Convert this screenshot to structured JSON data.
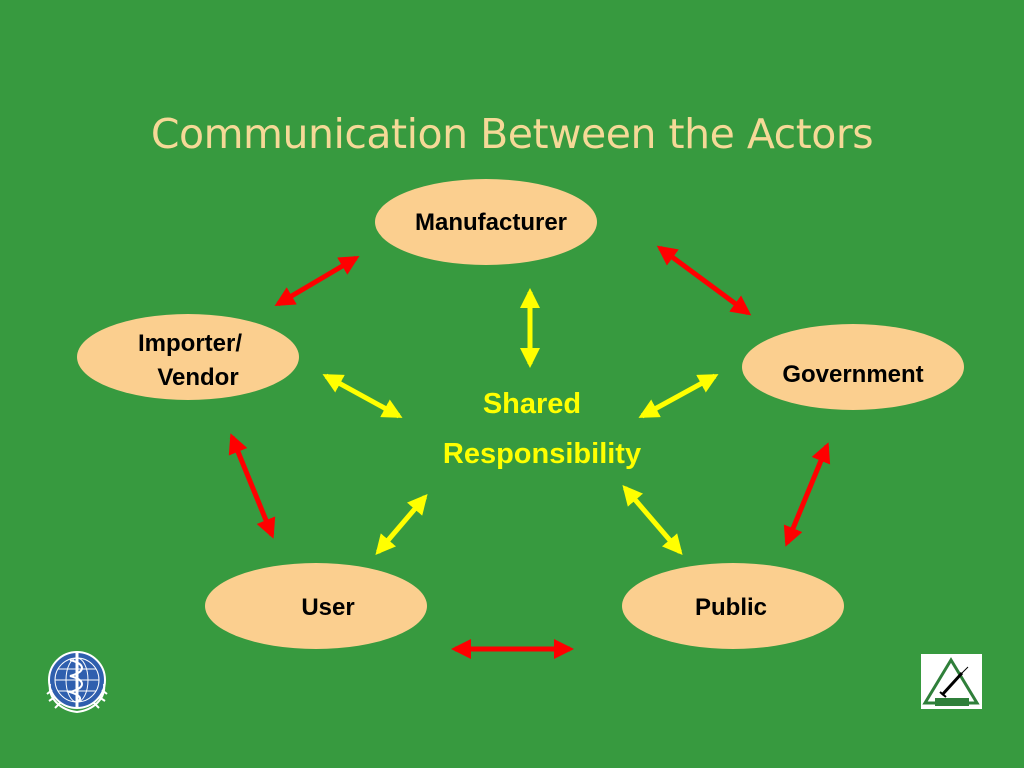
{
  "slide": {
    "title": "Communication Between the Actors",
    "colors": {
      "background": "#379a3f",
      "title": "#f5d997",
      "node_fill": "#fbcf8f",
      "node_text": "#000000",
      "center_text": "#ffff00",
      "red_arrow": "#ff0000",
      "yellow_arrow": "#ffff00"
    }
  },
  "diagram": {
    "center": {
      "line1": "Shared",
      "line2": "Responsibility"
    },
    "nodes": {
      "manufacturer": {
        "label": "Manufacturer"
      },
      "importer": {
        "line1": "Importer/",
        "line2": "Vendor"
      },
      "government": {
        "label": "Government"
      },
      "user": {
        "label": "User"
      },
      "public": {
        "label": "Public"
      }
    }
  },
  "logos": {
    "left": {
      "icon": "who-emblem-icon"
    },
    "right": {
      "icon": "sign-network-logo-icon"
    }
  }
}
